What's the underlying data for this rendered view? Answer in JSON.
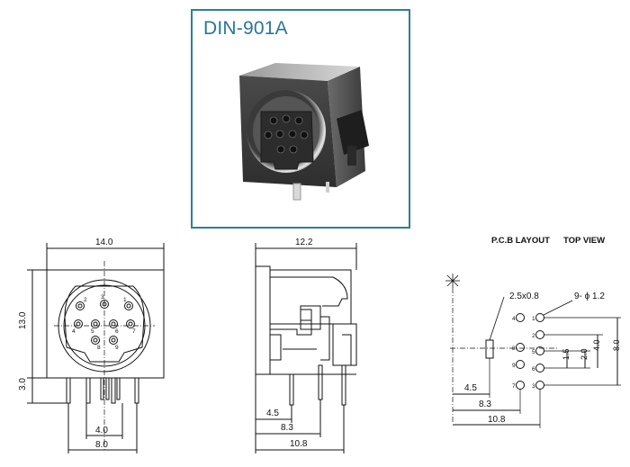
{
  "model": "DIN-901A",
  "headings": {
    "pcb_layout": "P.C.B LAYOUT",
    "top_view": "TOP VIEW"
  },
  "front_view": {
    "width": "14.0",
    "height": "13.0",
    "pin_length": "3.0",
    "pin_span_inner": "4.0",
    "pin_span_outer": "8.0",
    "pin_numbers": [
      "1",
      "2",
      "3",
      "4",
      "5",
      "6",
      "7",
      "8",
      "9"
    ]
  },
  "side_view": {
    "depth": "12.2",
    "dim_a": "4.5",
    "dim_b": "8.3",
    "dim_c": "10.8"
  },
  "pcb_layout": {
    "slot": "2.5x0.8",
    "holes": "9- ϕ 1.2",
    "pitch_a": "1.5",
    "pitch_b": "2.0",
    "pitch_c": "4.0",
    "height": "8.0",
    "dim_a": "4.5",
    "dim_b": "8.3",
    "dim_c": "10.8",
    "hole_numbers": [
      "1",
      "2",
      "3",
      "4",
      "5",
      "6",
      "7",
      "8",
      "9"
    ]
  }
}
